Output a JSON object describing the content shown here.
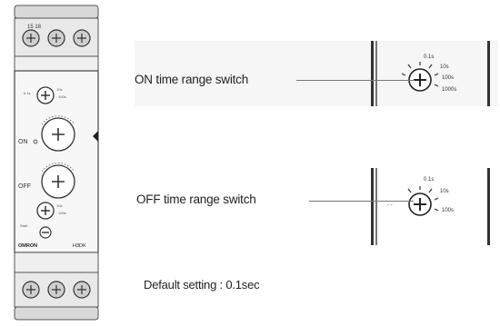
{
  "callouts": {
    "on_switch_label": "ON time range switch",
    "off_switch_label": "OFF time range switch"
  },
  "default_setting": "Default setting : 0.1sec",
  "device": {
    "brand": "OMRON",
    "model": "H3DK",
    "on_label": "ON",
    "off_label": "OFF"
  }
}
